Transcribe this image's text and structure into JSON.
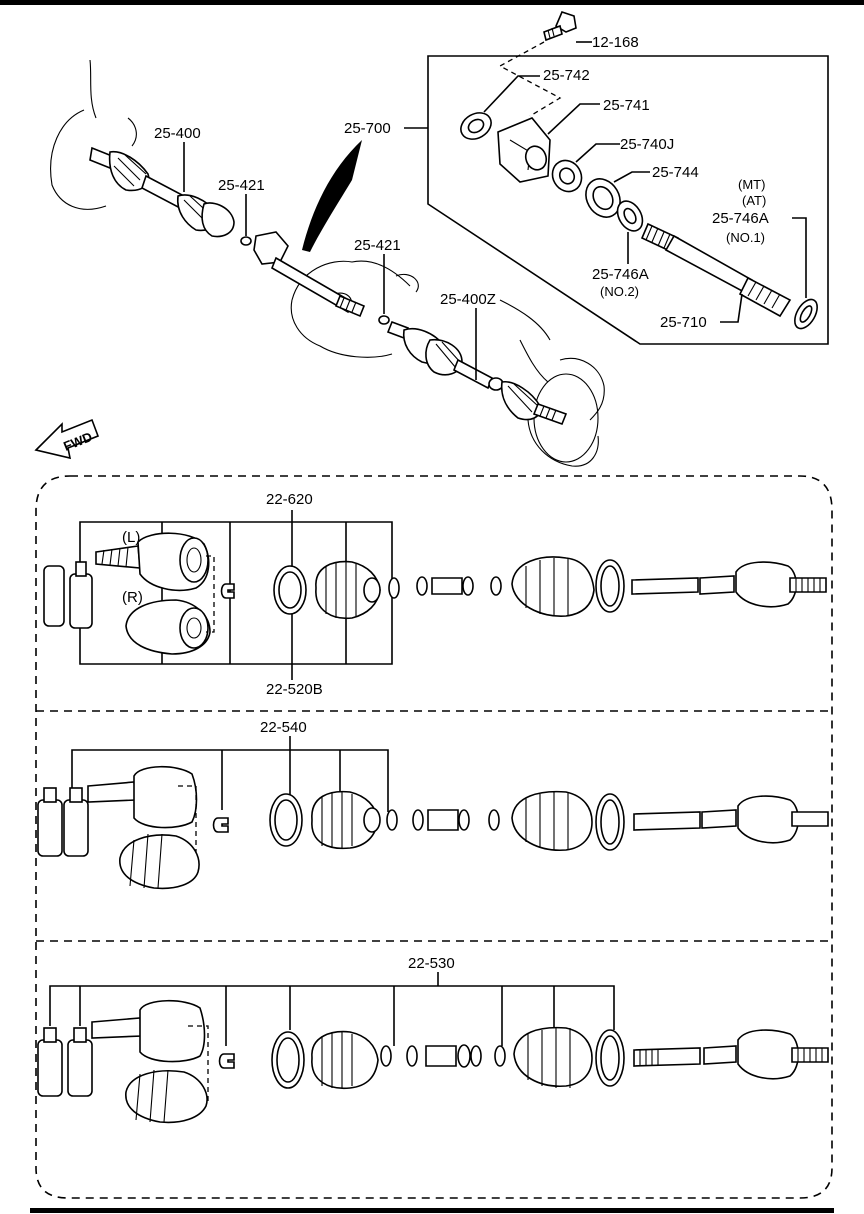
{
  "top_assembly": {
    "labels": {
      "bolt": "12-168",
      "joint_shaft_assy": "25-700",
      "bracket": "25-742",
      "bracket_body": "25-741",
      "bearing": "25-740J",
      "seal": "25-744",
      "seal_a_no1_type": "(MT)",
      "seal_a_no1_type2": "(AT)",
      "seal_a_no1": "25-746A",
      "seal_a_no1_sub": "(NO.1)",
      "seal_a_no2": "25-746A",
      "seal_a_no2_sub": "(NO.2)",
      "joint_shaft": "25-710",
      "left_shaft": "25-400",
      "clip_left": "25-421",
      "clip_right": "25-421",
      "right_shaft": "25-400Z"
    },
    "fwd_arrow": "FWD"
  },
  "kit_panels": [
    {
      "top_label": "22-620",
      "bottom_label": "22-520B",
      "side_labels": [
        "(L)",
        "(R)"
      ]
    },
    {
      "top_label": "22-540"
    },
    {
      "top_label": "22-530"
    }
  ]
}
